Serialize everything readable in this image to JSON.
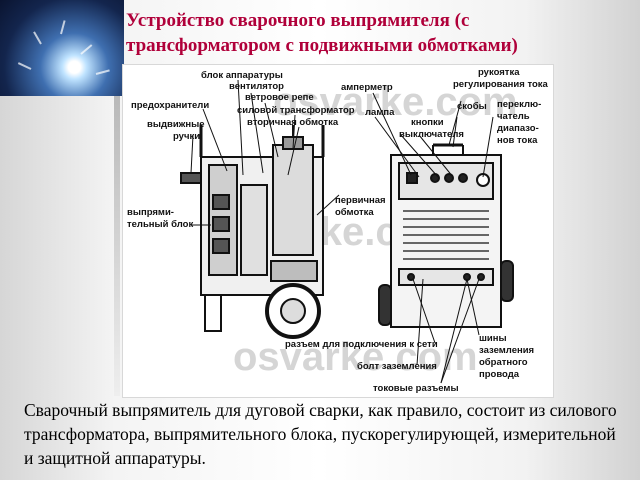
{
  "slide": {
    "title": "Устройство сварочного выпрямителя (с трансформатором с подвижными обмотками)",
    "caption": "Сварочный выпрямитель для дуговой сварки, как правило, состоит из силового трансформатора, выпрямительного блока, пускорегулирующей, измерительной и защитной аппаратуры."
  },
  "figure": {
    "watermark": "osvarke.com",
    "labels": {
      "blok_apparatury": "блок аппаратуры",
      "ventilyator": "вентилятор",
      "vetrovoe_repe": "ветровое репе",
      "predohraniteli": "предохранители",
      "silovoy_transformator": "силовой трансформатор",
      "vtorichnaya_obmotka": "вторичная обмотка",
      "vydvizhnye": "выдвижные",
      "ruchki": "ручки",
      "vypryami": "выпрями-",
      "telny_blok": "тельный блок",
      "pervichnaya": "первичная",
      "obmotka": "обмотка",
      "ampermetr": "амперметр",
      "rukoyatka": "рукоятка",
      "regulirovaniya_toka": "регулирования тока",
      "lampa": "лампа",
      "skoby": "скобы",
      "pereklyu": "переклю-",
      "chatel": "чатель",
      "diapazo": "диапазо-",
      "nov_toka": "нов тока",
      "knopki": "кнопки",
      "vyklyuchatelya": "выключателя",
      "razyem_seti": "разъем для подключения к сети",
      "bolt_zazemleniya": "болт заземления",
      "tokovye_razyemy": "токовые разъемы",
      "shiny": "шины",
      "zazemleniya": "заземления",
      "obratnogo": "обратного",
      "provoda": "провода"
    }
  }
}
